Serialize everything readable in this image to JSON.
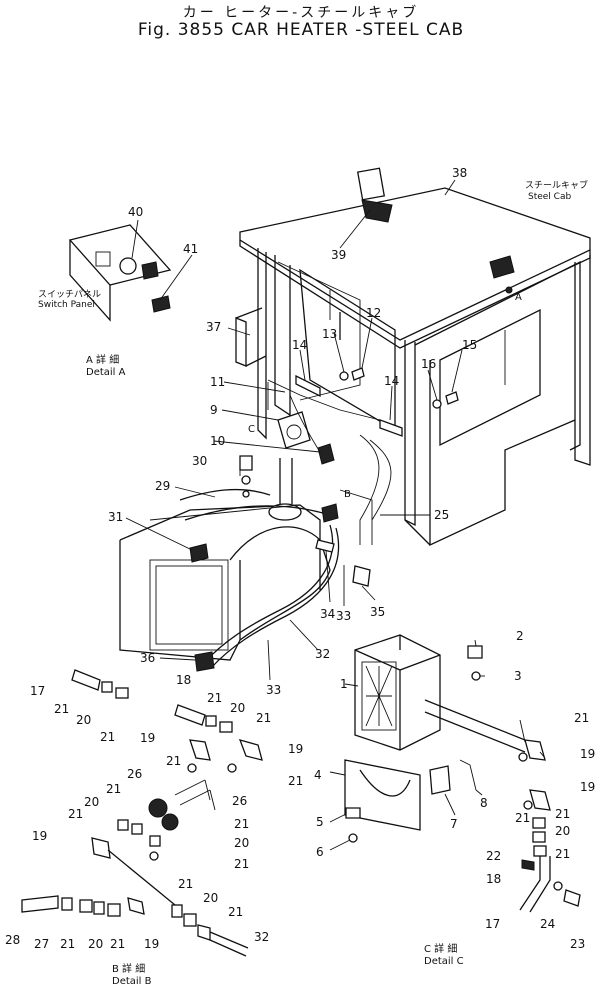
{
  "title": {
    "japanese": "カー ヒーター-スチールキャブ",
    "english": "Fig. 3855 CAR HEATER -STEEL CAB"
  },
  "annotations": {
    "steel_cab_jp": "スチールキャブ",
    "steel_cab_en": "Steel Cab",
    "switch_panel_jp": "スイッチパネル",
    "switch_panel_en": "Switch Panel",
    "detail_a_jp": "A 詳 細",
    "detail_a_en": "Detail A",
    "detail_b_jp": "B 詳 細",
    "detail_b_en": "Detail B",
    "detail_c_jp": "C 詳 細",
    "detail_c_en": "Detail C",
    "marker_a": "A",
    "marker_b": "B",
    "marker_c": "C"
  },
  "part_labels": {
    "p38": "38",
    "p39": "39",
    "p40": "40",
    "p41": "41",
    "p37": "37",
    "p13": "13",
    "p12": "12",
    "p16": "16",
    "p15": "15",
    "p14a": "14",
    "p14b": "14",
    "p11": "11",
    "p9": "9",
    "p10": "10",
    "p30": "30",
    "p29": "29",
    "p31": "31",
    "p25": "25",
    "p34": "34",
    "p33a": "33",
    "p35": "35",
    "p32a": "32",
    "p36": "36",
    "p33b": "33",
    "p2": "2",
    "p3": "3",
    "p1": "1",
    "p17a": "17",
    "p21a": "21",
    "p20a": "20",
    "p21b": "21",
    "p18a": "18",
    "p21c": "21",
    "p20b": "20",
    "p21d": "21",
    "p19a": "19",
    "p19b": "19",
    "p21e": "21",
    "p21f": "21",
    "p4": "4",
    "p8": "8",
    "p7": "7",
    "p5": "5",
    "p6": "6",
    "p26a": "26",
    "p26b": "26",
    "p21g": "21",
    "p20c": "20",
    "p21h": "21",
    "p20d": "20",
    "p21i": "21",
    "p21j": "21",
    "p19c": "19",
    "p21k": "21",
    "p20e": "20",
    "p21l": "21",
    "p32b": "32",
    "p28": "28",
    "p27": "27",
    "p21m": "21",
    "p20f": "20",
    "p21n": "21",
    "p19d": "19",
    "p21o": "21",
    "p19e": "19",
    "p19f": "19",
    "p21p": "21",
    "p21q": "21",
    "p20g": "20",
    "p21r": "21",
    "p22": "22",
    "p18b": "18",
    "p17b": "17",
    "p24": "24",
    "p23": "23"
  }
}
